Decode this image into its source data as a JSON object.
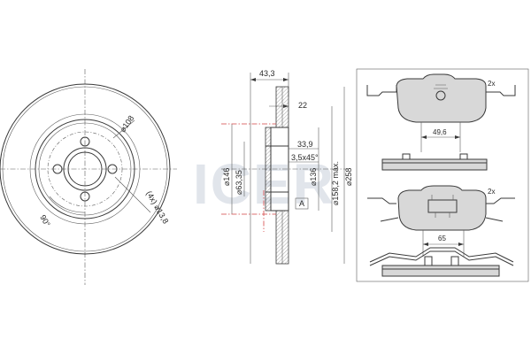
{
  "brand": {
    "logo_text": "ICER",
    "logo_color": "#c9d0dc"
  },
  "disc_front": {
    "pcd_label": "⌀108",
    "holes_label": "(4x) ⌀13,8",
    "angle_label": "90°"
  },
  "disc_section": {
    "overall_width": "43,3",
    "hub_depth": "22",
    "min_thickness": "33,9",
    "chamfer": "3,5x45°",
    "bore_diameter": "⌀146",
    "centering_diameter": "⌀63,35",
    "hat_diameter": "⌀136",
    "max_inner_diameter": "⌀158,2 máx.",
    "outer_diameter": "⌀258",
    "detail_marker": "A"
  },
  "pads": {
    "top_qty": "2x",
    "top_width": "49,6",
    "bottom_qty": "2x",
    "bottom_width": "65"
  }
}
